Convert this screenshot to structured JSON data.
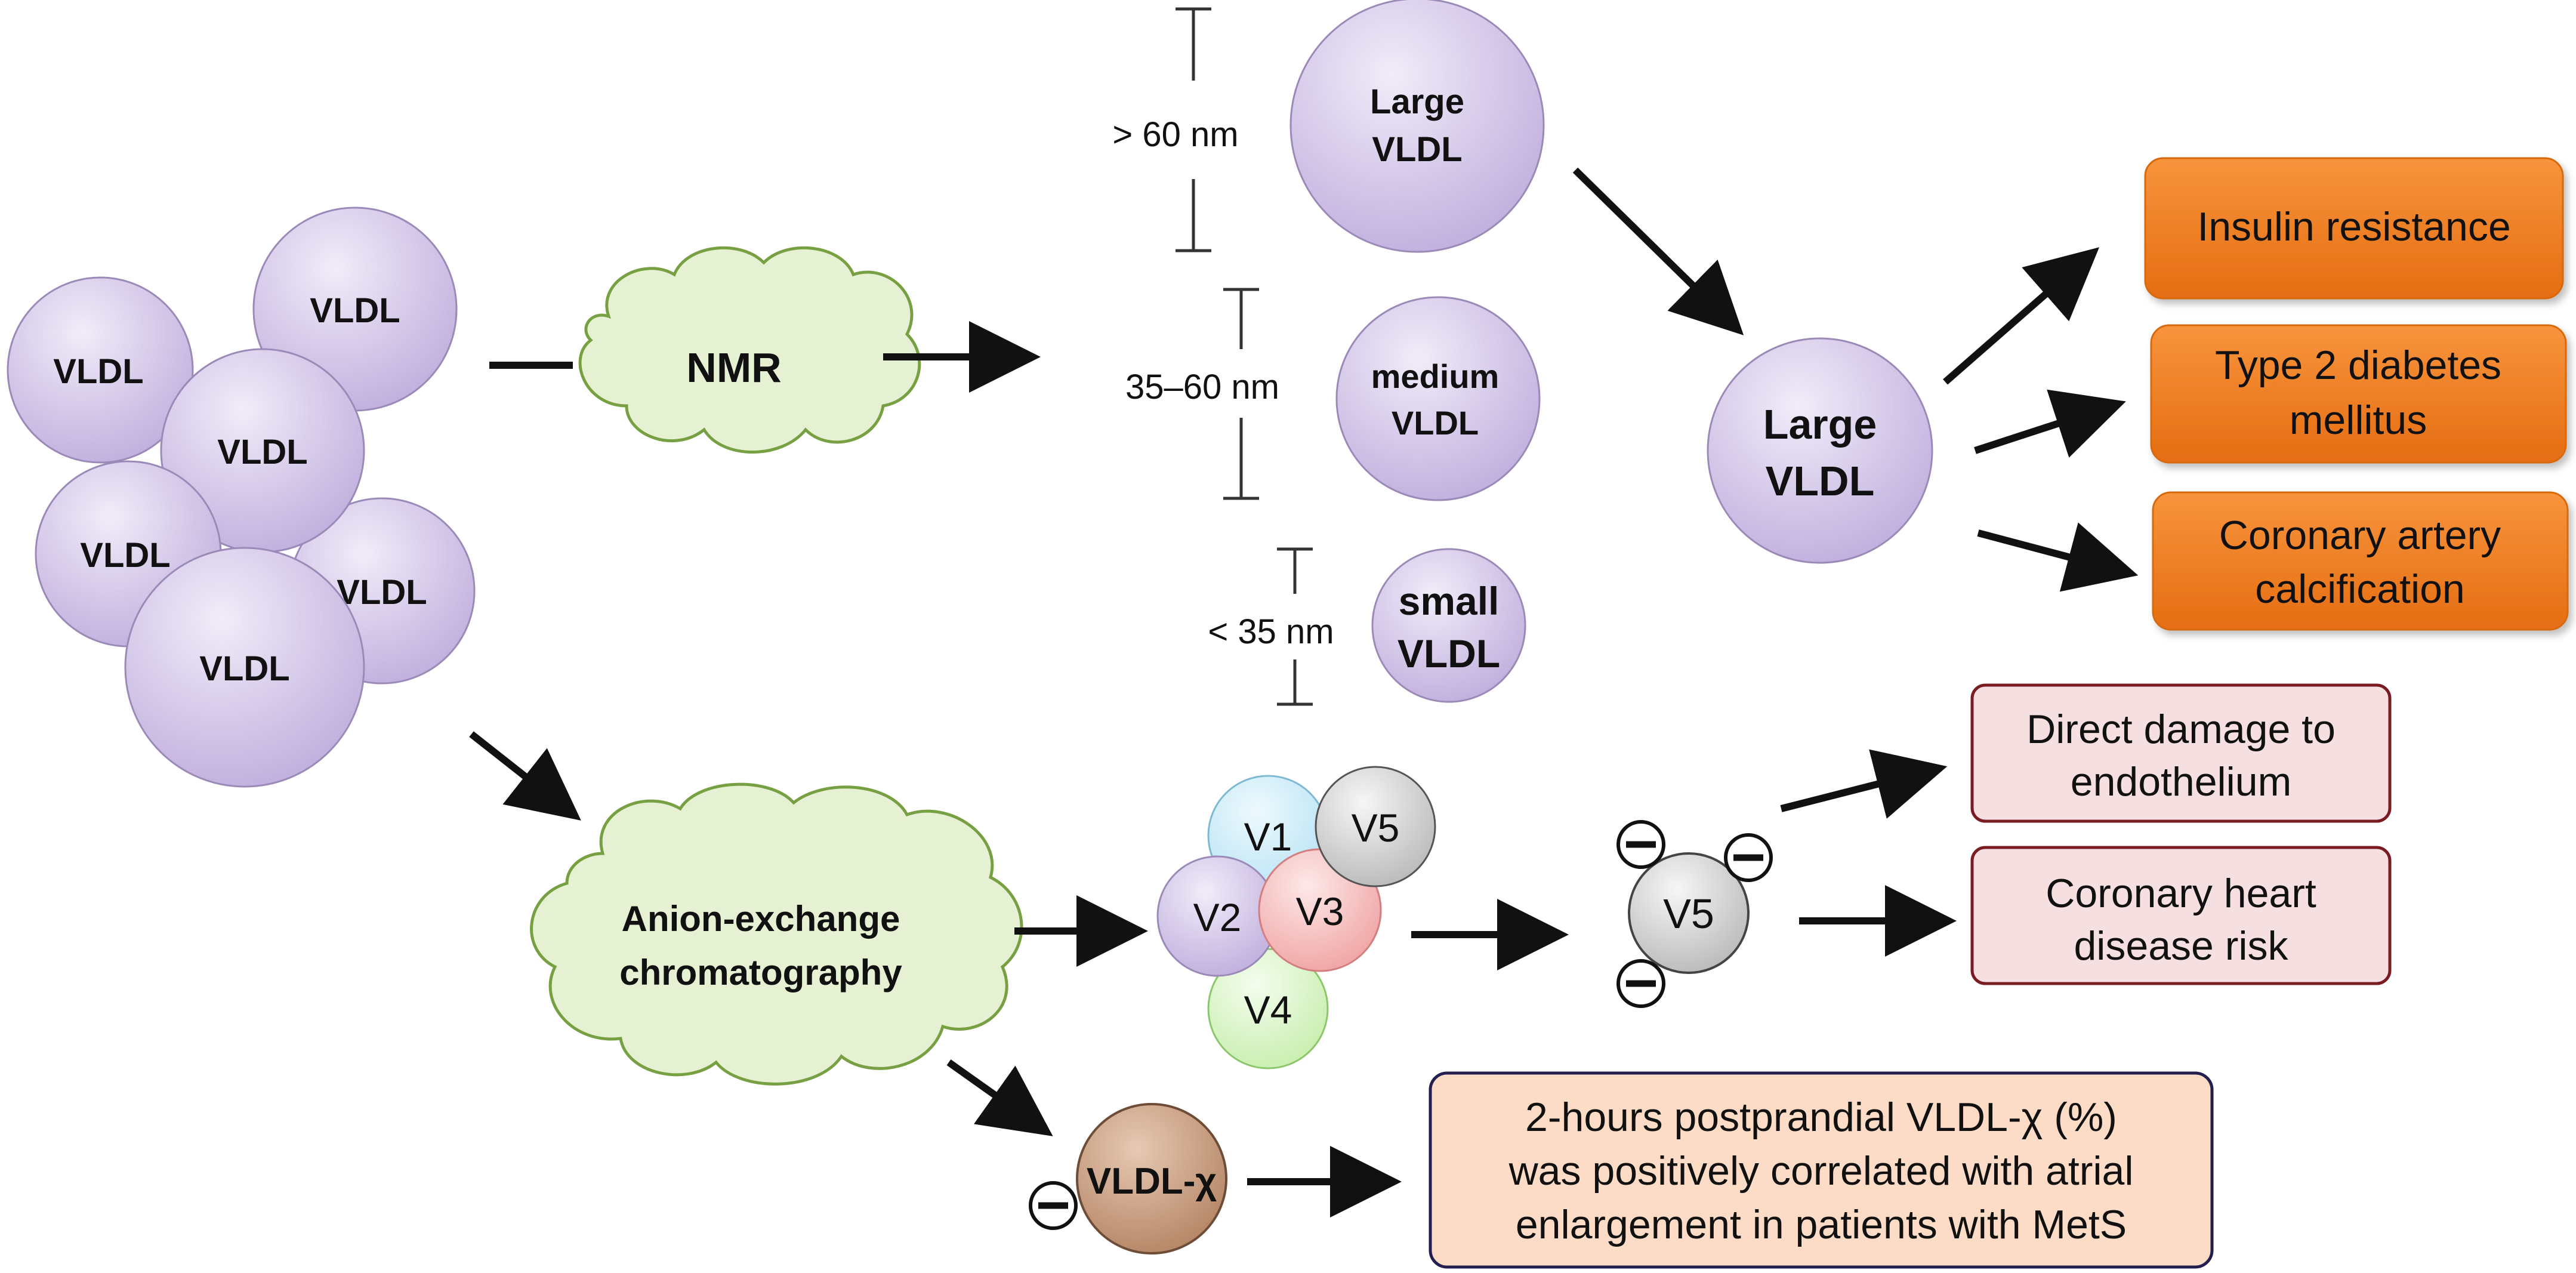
{
  "cluster": {
    "particles": [
      "VLDL",
      "VLDL",
      "VLDL",
      "VLDL",
      "VLDL",
      "VLDL"
    ]
  },
  "methods": {
    "nmr": "NMR",
    "chromatography_line1": "Anion-exchange",
    "chromatography_line2": "chromatography"
  },
  "sizes": {
    "large": {
      "label": "> 60 nm",
      "line1": "Large",
      "line2": "VLDL"
    },
    "medium": {
      "label": "35–60 nm",
      "line1": "medium",
      "line2": "VLDL"
    },
    "small": {
      "label": "< 35 nm",
      "line1": "small",
      "line2": "VLDL"
    }
  },
  "large_result": {
    "line1": "Large",
    "line2": "VLDL"
  },
  "outcomes": {
    "insulin": "Insulin resistance",
    "diabetes_line1": "Type 2 diabetes",
    "diabetes_line2": "mellitus",
    "cac_line1": "Coronary artery",
    "cac_line2": "calcification"
  },
  "subfractions": {
    "v1": "V1",
    "v2": "V2",
    "v3": "V3",
    "v4": "V4",
    "v5": "V5",
    "v5_single": "V5"
  },
  "v5_effects": {
    "damage_line1": "Direct damage to",
    "damage_line2": "endothelium",
    "chd_line1": "Coronary heart",
    "chd_line2": "disease risk"
  },
  "vldl_chi": {
    "label": "VLDL-χ",
    "finding_line1": "2-hours postprandial VLDL-χ (%)",
    "finding_line2": "was positively correlated with atrial",
    "finding_line3": "enlargement in patients with MetS"
  },
  "colors": {
    "vldl_purple": "#c8b8e2",
    "orange_box": "#ef7a1f",
    "pink_box": "#f6dfe0",
    "peach_box": "#fcdcc6",
    "cloud_green": "#e5efcf",
    "v1_blue": "#c6e9f7",
    "v3_red": "#f4b4b4",
    "v4_green": "#d8f3c0",
    "v5_gray": "#cfcfcf",
    "vldl_chi_brown": "#bf9374"
  }
}
